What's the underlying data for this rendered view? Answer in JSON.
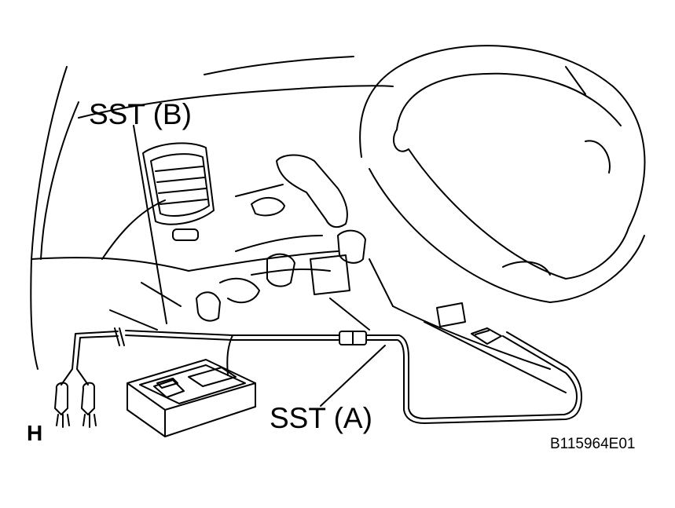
{
  "labels": {
    "sst_b": "SST (B)",
    "sst_a": "SST (A)",
    "h": "H",
    "figure_code": "B115964E01"
  },
  "colors": {
    "line": "#000000",
    "background": "#ffffff"
  }
}
